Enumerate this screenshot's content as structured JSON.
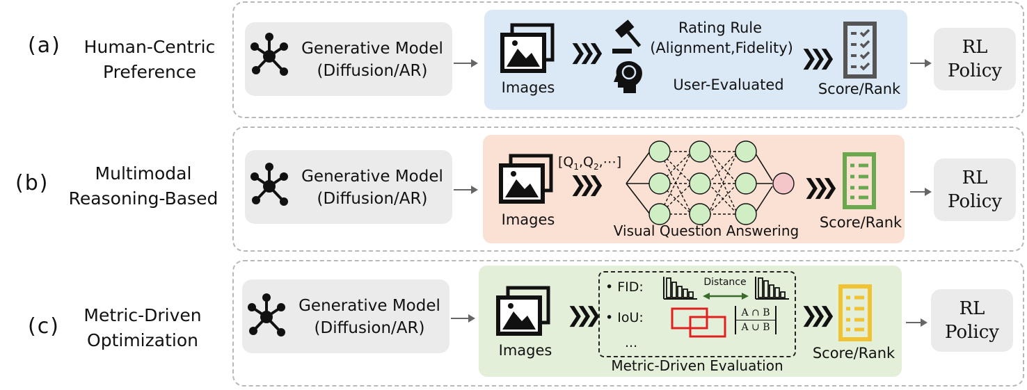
{
  "rows": [
    {
      "letter": "(a)",
      "title_line1": "Human-Centric",
      "title_line2": "Preference",
      "gen_line1": "Generative Model",
      "gen_line2": "(Diffusion/AR)",
      "images_label": "Images",
      "rating_rule": "Rating Rule",
      "rating_detail": "(Alignment,Fidelity)",
      "user_evaluated": "User-Evaluated",
      "score_label": "Score/Rank",
      "rl_line1": "RL",
      "rl_line2": "Policy"
    },
    {
      "letter": "(b)",
      "title_line1": "Multimodal",
      "title_line2": "Reasoning-Based",
      "gen_line1": "Generative Model",
      "gen_line2": "(Diffusion/AR)",
      "images_label": "Images",
      "questions": "[Q",
      "questions_sub1": "1",
      "questions_mid": ",Q",
      "questions_sub2": "2",
      "questions_end": ",⋯]",
      "vqa_label": "Visual Question Answering",
      "score_label": "Score/Rank",
      "rl_line1": "RL",
      "rl_line2": "Policy"
    },
    {
      "letter": "(c)",
      "title_line1": "Metric-Driven",
      "title_line2": "Optimization",
      "gen_line1": "Generative Model",
      "gen_line2": "(Diffusion/AR)",
      "images_label": "Images",
      "fid_label": "• FID:",
      "distance_label": "Distance",
      "iou_label": "• IoU:",
      "ellipsis": "...",
      "iou_numerator": "A ∩ B",
      "iou_denominator": "A ∪ B",
      "metric_label": "Metric-Driven Evaluation",
      "score_label": "Score/Rank",
      "rl_line1": "RL",
      "rl_line2": "Policy"
    }
  ],
  "colors": {
    "panel_a": "#dbe8f5",
    "panel_b": "#fbe1d3",
    "panel_c": "#e4efd9",
    "checklist_a": "#555555",
    "checklist_b": "#6aa84f",
    "checklist_c": "#f1c232",
    "iou_box": "#e02020",
    "vqa_node": "#cfeec4",
    "vqa_output": "#f4c6c9"
  },
  "icons": [
    "molecule-icon",
    "image-stack-icon",
    "gavel-icon",
    "brain-head-icon",
    "checklist-icon",
    "histogram-icon"
  ]
}
